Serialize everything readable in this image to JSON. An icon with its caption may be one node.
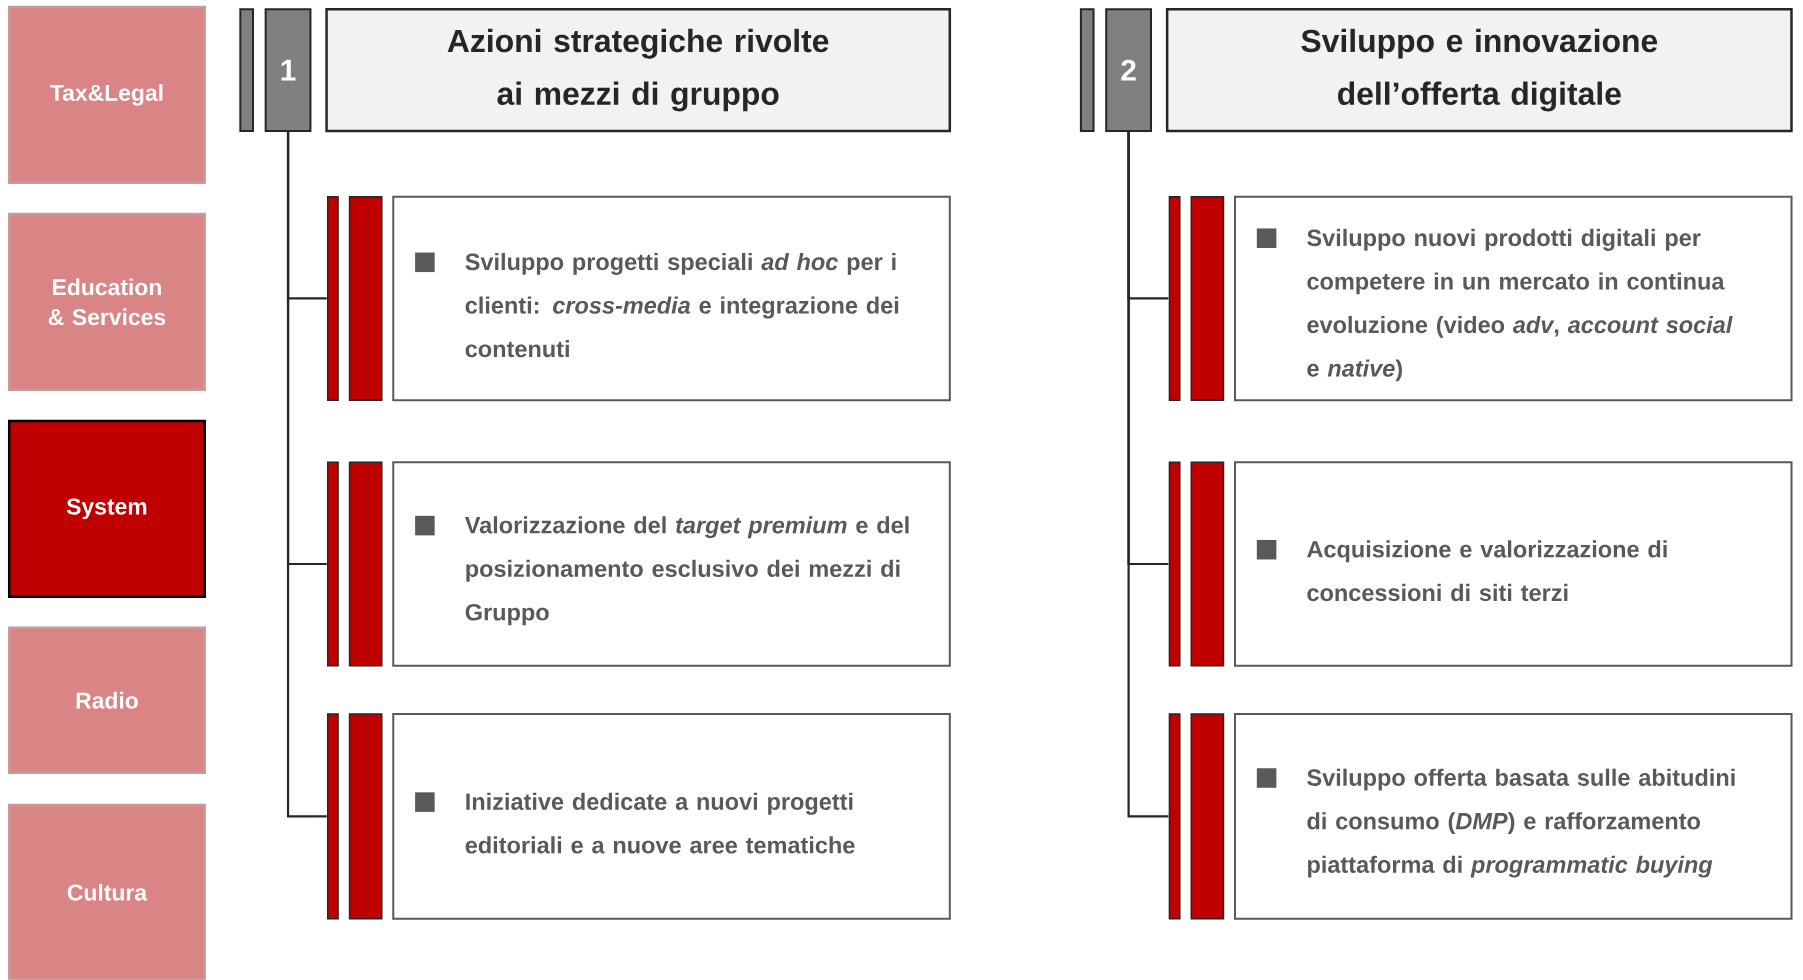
{
  "diagram": {
    "nodes": [
      {
        "text": [
          "Tax&Legal"
        ]
      },
      {
        "text": [
          "Education & Services"
        ]
      },
      {
        "text": [
          "System"
        ]
      },
      {
        "text": [
          "Radio"
        ]
      },
      {
        "text": [
          "Cultura"
        ]
      },
      {
        "text": [
          "1"
        ]
      },
      {
        "text": [
          "Azioni strategiche rivolte ai mezzi di gruppo"
        ]
      },
      {
        "text": [
          "Sviluppo progetti speciali *ad hoc* per i clienti: *cross-media* e integrazione dei contenuti"
        ]
      },
      {
        "text": [
          "Valorizzazione del *target premium* e del posizionamento esclusivo dei mezzi di Gruppo"
        ]
      },
      {
        "text": [
          "Iniziative dedicate a nuovi progetti editoriali e a nuove aree tematiche"
        ]
      },
      {
        "text": [
          "2"
        ]
      },
      {
        "text": [
          "Sviluppo e innovazione dell’offerta digitale"
        ]
      },
      {
        "text": [
          "Sviluppo nuovi prodotti digitali per competere in un mercato in continua evoluzione (video *adv*, *account social* e *native*)"
        ]
      },
      {
        "text": [
          "Acquisizione e valorizzazione di concessioni di siti terzi"
        ]
      },
      {
        "text": [
          "Sviluppo offerta basata sulle abitudini di consumo (*DMP*) e rafforzamento piattaforma di *programmatic buying*"
        ]
      }
    ],
    "edges": [
      {
        "from": 5,
        "to": 7,
        "arrow": "none"
      },
      {
        "from": 5,
        "to": 8,
        "arrow": "none"
      },
      {
        "from": 5,
        "to": 9,
        "arrow": "none"
      },
      {
        "from": 10,
        "to": 12,
        "arrow": "none"
      },
      {
        "from": 10,
        "to": 13,
        "arrow": "none"
      },
      {
        "from": 10,
        "to": 14,
        "arrow": "none"
      }
    ]
  }
}
